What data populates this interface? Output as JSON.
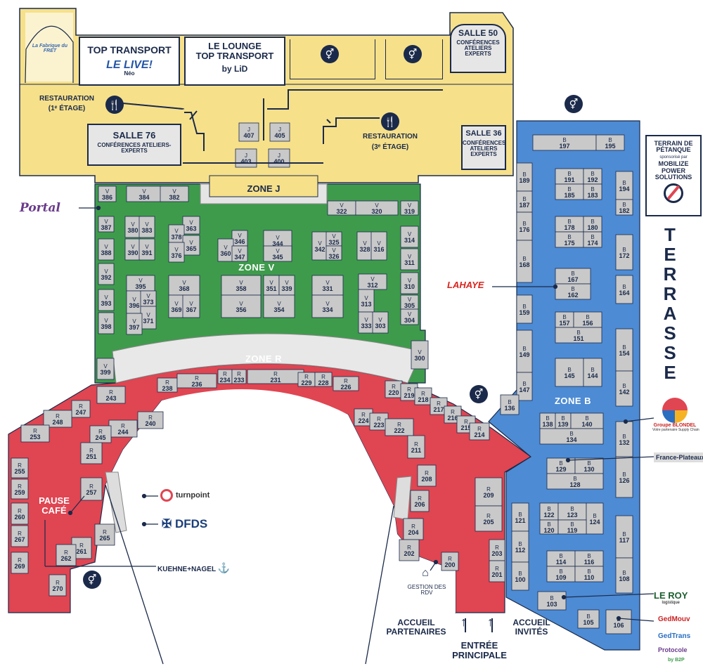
{
  "colors": {
    "yellow": "#f6e08a",
    "green": "#3e9b4c",
    "red": "#e04552",
    "blue": "#4d8bd4",
    "booth": "#c9c9c9",
    "navy": "#1b2a4a"
  },
  "areas": {
    "top_transport": "TOP TRANSPORT",
    "le_live": "LE LIVE!",
    "le_live_sub": "Néo",
    "lounge_line1": "LE LOUNGE",
    "lounge_line2": "TOP TRANSPORT",
    "lounge_by": "by",
    "lid": "LiD",
    "salle50": "SALLE 50",
    "salle50_sub": "CONFÉRENCES ATELIERS EXPERTS",
    "salle76": "SALLE 76",
    "salle76_sub": "CONFÉRENCES ATELIERS-EXPERTS",
    "salle36": "SALLE 36",
    "salle36_sub": "CONFÉRENCES ATELIERS EXPERTS",
    "restauration1": "RESTAURATION",
    "restauration1_sub": "(1ᵉ ÉTAGE)",
    "restauration3": "RESTAURATION",
    "restauration3_sub": "(3ᵉ ÉTAGE)",
    "fabrique": "La Fabrique du FRET",
    "pause_cafe": "PAUSE CAFÉ",
    "terrain_title": "TERRAIN DE PÉTANQUE",
    "terrain_sponsor": "sponsorisé par",
    "terrain_brand": "MOBILIZE POWER SOLUTIONS",
    "terrasse": "TERRASSE",
    "gestion_rdv": "GESTION DES RDV",
    "accueil_partenaires": "ACCUEIL PARTENAIRES",
    "accueil_invites": "ACCUEIL INVITÉS",
    "entree_principale": "ENTRÉE PRINCIPALE"
  },
  "zones": {
    "j": "ZONE J",
    "v": "ZONE V",
    "r": "ZONE R",
    "b": "ZONE B"
  },
  "icons": {
    "restroom": "restroom-icon",
    "restaurant": "fork-knife-icon",
    "arrow": "arrow-icon",
    "anchor": "anchor-icon"
  },
  "partners": {
    "portal": "Portal",
    "turnpoint": "turnpoint",
    "dfds": "DFDS",
    "kuehne": "KUEHNE+NAGEL",
    "lahaye": "LAHAYE",
    "blondel": "Groupe BLONDEL",
    "blondel_sub": "Votre partenaire Supply Chain",
    "france_plateaux": "France-Plateaux",
    "leroy": "LE ROY",
    "leroy_sub": "logistique",
    "gedmouv": "GedMouv",
    "gedtrans": "GedTrans",
    "protocole": "Protocole",
    "b2p": "by B2P"
  }
}
